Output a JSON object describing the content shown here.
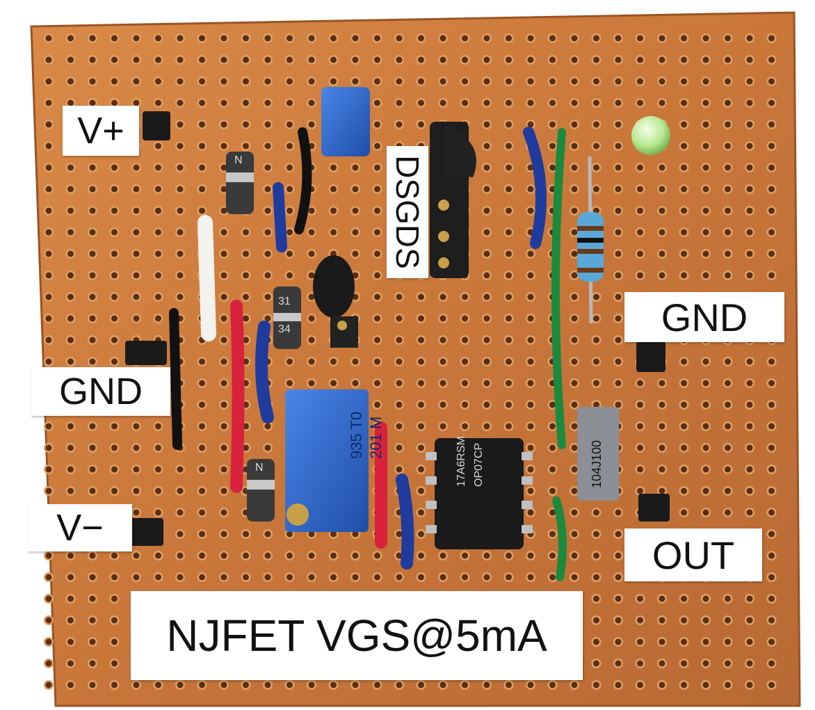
{
  "board": {
    "title": "NJFET VGS@5mA",
    "socket_label": "DSGDS",
    "terminals": {
      "vplus": "V+",
      "gnd_left": "GND",
      "gnd_right": "GND",
      "vminus": "V−",
      "out": "OUT"
    },
    "component_markings": {
      "opamp_top": "17A6RSM",
      "opamp_bottom": "OP07CP",
      "trimpot_top": "935 T0",
      "trimpot_bottom": "201 M",
      "capacitor": "104J100",
      "diode_top": "N",
      "diode_mid_1": "31",
      "diode_mid_2": "34",
      "diode_bottom": "N"
    }
  },
  "colors": {
    "board": "#c8763a",
    "board_edge": "#a85c28",
    "hole": "#5a2e12",
    "hole_ring": "#e0a064",
    "label_bg": "#ffffff",
    "wire_blue": "#1f3b9e",
    "wire_red": "#d8223c",
    "wire_green": "#1b8a3c",
    "wire_black": "#111111",
    "trimpot_blue": "#2a62c8",
    "capacitor_gray": "#8c8f96",
    "led_green": "#c6f0a0"
  }
}
